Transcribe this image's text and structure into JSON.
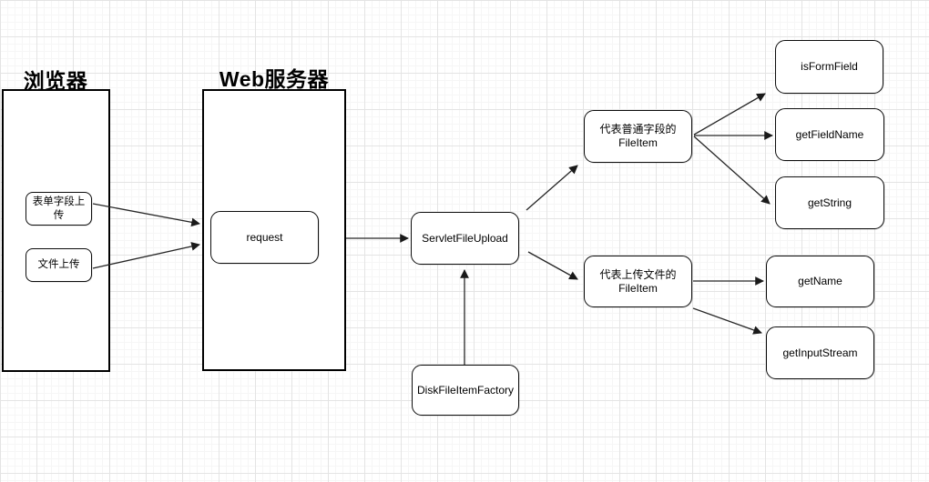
{
  "diagram": {
    "titles": {
      "browser": "浏览器",
      "web_server": "Web服务器"
    },
    "nodes": {
      "form_field_upload": {
        "label": "表单字段上传"
      },
      "file_upload": {
        "label": "文件上传"
      },
      "request": {
        "label": "request"
      },
      "servlet_file_upload": {
        "label": "ServletFileUpload"
      },
      "disk_file_item_factory": {
        "label": "DiskFileItemFactory"
      },
      "fileitem_normal": {
        "label": "代表普通字段的",
        "sublabel": "FileItem"
      },
      "fileitem_upload": {
        "label": "代表上传文件的",
        "sublabel": "FileItem"
      },
      "is_form_field": {
        "label": "isFormField"
      },
      "get_field_name": {
        "label": "getFieldName"
      },
      "get_string": {
        "label": "getString"
      },
      "get_name": {
        "label": "getName"
      },
      "get_input_stream": {
        "label": "getInputStream"
      }
    },
    "edges": [
      {
        "from": "form_field_upload",
        "to": "request"
      },
      {
        "from": "file_upload",
        "to": "request"
      },
      {
        "from": "request",
        "to": "servlet_file_upload"
      },
      {
        "from": "servlet_file_upload",
        "to": "fileitem_normal"
      },
      {
        "from": "servlet_file_upload",
        "to": "fileitem_upload"
      },
      {
        "from": "disk_file_item_factory",
        "to": "servlet_file_upload"
      },
      {
        "from": "fileitem_normal",
        "to": "is_form_field"
      },
      {
        "from": "fileitem_normal",
        "to": "get_field_name"
      },
      {
        "from": "fileitem_normal",
        "to": "get_string"
      },
      {
        "from": "fileitem_upload",
        "to": "get_name"
      },
      {
        "from": "fileitem_upload",
        "to": "get_input_stream"
      }
    ],
    "colors": {
      "background": "#ffffff",
      "grid_major": "#e4e4e4",
      "grid_minor": "#f6f6f6",
      "node_fill": "#ffffff",
      "node_border": "#000000",
      "arrow": "#262626",
      "text": "#000000"
    }
  }
}
